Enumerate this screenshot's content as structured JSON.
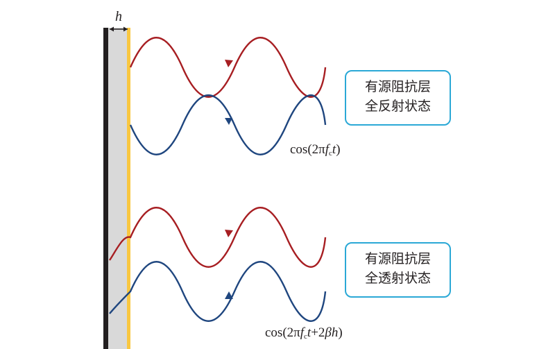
{
  "thickness_label": "h",
  "top_state": {
    "line1": "有源阻抗层",
    "line2": "全反射状态",
    "formula": {
      "prefix": "cos(2π",
      "f": "f",
      "sub": "c",
      "t": "t",
      "suffix": ")"
    }
  },
  "bottom_state": {
    "line1": "有源阻抗层",
    "line2": "全透射状态",
    "formula": {
      "prefix": "cos(2π",
      "f": "f",
      "sub": "c",
      "t": "t",
      "mid": "+2",
      "beta": "β",
      "h": "h",
      "suffix": ")"
    }
  },
  "colors": {
    "metal": "#231f20",
    "substrate": "#d9d9d9",
    "active_layer": "#f9c741",
    "reflected_wave": "#a71e22",
    "incident_wave": "#1f467f",
    "box_border": "#2aa8d6"
  }
}
